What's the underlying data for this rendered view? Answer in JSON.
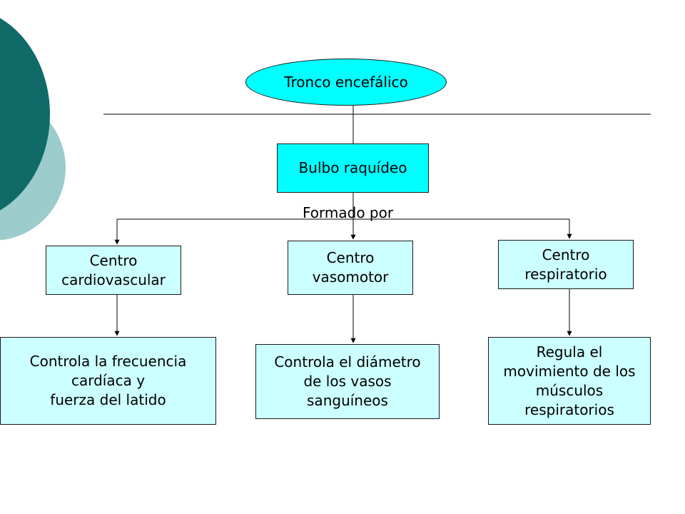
{
  "colors": {
    "background": "#ffffff",
    "decor_dark": "#0f6a68",
    "decor_light": "#9ccccc",
    "node_fill": "#ccffff",
    "node_fill_strong": "#00ffff",
    "line": "#000000"
  },
  "diagram": {
    "root": {
      "label": "Tronco encefálico"
    },
    "level1": {
      "label": "Bulbo raquídeo"
    },
    "connector_label": "Formado por",
    "centers": [
      {
        "label": "Centro\ncardiovascular"
      },
      {
        "label": "Centro\nvasomotor"
      },
      {
        "label": "Centro\nrespiratorio"
      }
    ],
    "functions": [
      {
        "label": "Controla la frecuencia\ncardíaca y\nfuerza del latido"
      },
      {
        "label": "Controla el diámetro\nde los vasos\nsanguíneos"
      },
      {
        "label": "Regula el\nmovimiento de los\nmúsculos\nrespiratorios"
      }
    ]
  }
}
